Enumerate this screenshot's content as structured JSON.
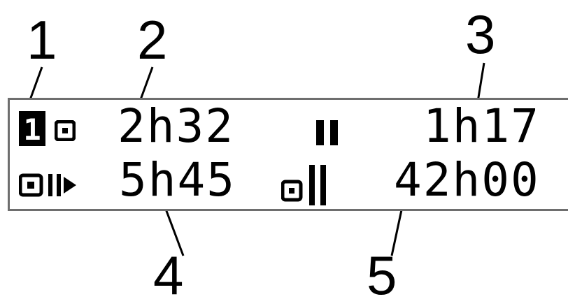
{
  "callouts": [
    "1",
    "2",
    "3",
    "4",
    "5"
  ],
  "display": {
    "row1": {
      "driving_time": "2h32",
      "break_time": "1h17"
    },
    "row2": {
      "continuous_driving_time": "5h45",
      "cumulative_time": "42h00"
    },
    "driver_slot_label": "1"
  },
  "icons": {
    "driver_slot": "driver-1-indicator-icon",
    "driving": "steering-wheel-icon",
    "break": "break-rest-icon",
    "continuous_driving": "continuous-driving-icon",
    "cumulative": "cumulative-driving-icon"
  },
  "colors": {
    "ink": "#000000",
    "frame": "#6e6e6e",
    "background": "#ffffff"
  }
}
